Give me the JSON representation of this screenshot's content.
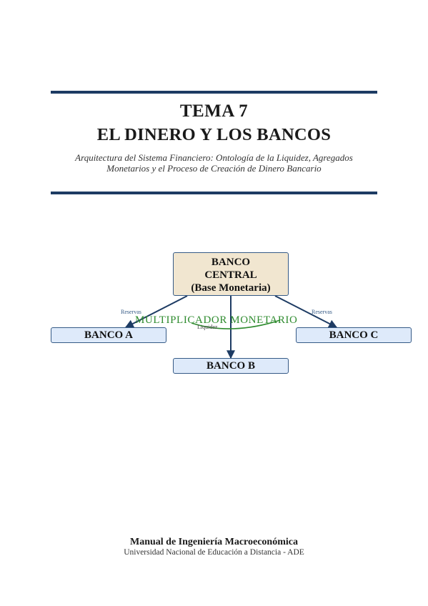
{
  "header": {
    "tema": "TEMA 7",
    "title": "EL DINERO Y LOS BANCOS",
    "subtitle_line1": "Arquitectura del Sistema Financiero: Ontología de la Liquidez, Agregados",
    "subtitle_line2": "Monetarios y el Proceso de Creación de Dinero Bancario"
  },
  "diagram": {
    "central_bank": {
      "line1": "BANCO",
      "line2": "CENTRAL",
      "line3": "(Base Monetaria)"
    },
    "bank_a": "BANCO A",
    "bank_b": "BANCO B",
    "bank_c": "BANCO C",
    "label_reserves_left": "Reservas",
    "label_reserves_right": "Reservas",
    "label_liquidity": "Liquidez",
    "multiplier": "MULTIPLICADOR MONETARIO",
    "colors": {
      "central_fill": "#f1e6d0",
      "bank_fill": "#deeafa",
      "arrow": "#1d3b63",
      "multiplier": "#2e8b2e"
    }
  },
  "footer": {
    "title": "Manual de Ingeniería Macroeconómica",
    "subtitle": "Universidad Nacional de Educación a Distancia - ADE"
  }
}
